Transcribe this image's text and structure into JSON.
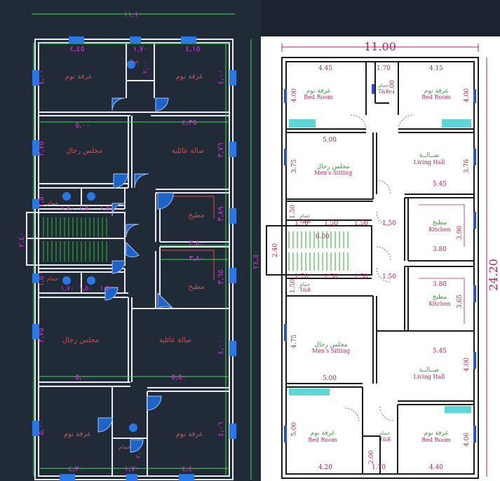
{
  "cad": {
    "total_width": "١١,١٠",
    "total_height": "٢٤,٥٠",
    "stair_width": "٢,٤٠",
    "top_dims": [
      "٤,٤٥",
      "١,٧٠",
      "٤,١٥"
    ],
    "dims_mid": [
      "٥,٠٠",
      "٤,٣٥",
      "٣,٨٠",
      "٣,٨٠"
    ],
    "dims_lower": [
      "٥,٠٠",
      "٥,٥٠"
    ],
    "bottom_dims": [
      "٤,٢٠",
      "١,٧٠",
      "٤,٤٠"
    ],
    "left_dims": [
      "٤,٠٠",
      "٣,٧٥",
      "١,٥٠",
      "١,٥٠",
      "٣,٧٥",
      "٥,٠٠"
    ],
    "right_dims": [
      "٤,٠٠",
      "٣,٧٦",
      "٣,٨٩",
      "٣,٦٥",
      "٤,٠٠",
      "٤,٠٦"
    ],
    "bath_dims": [
      "١,٧٠",
      "١,٥٠",
      "١,٥٠",
      "١,٧٠",
      "١,٥٠",
      "١,٥٠"
    ],
    "small_dims": [
      "٢,٠٠",
      "٢,٠٠"
    ],
    "rooms": {
      "bed": "غرفة نوم",
      "bath": "حمام",
      "mens": "مجلس رجال",
      "hall": "صالة عائلية",
      "kitchen": "مطبخ"
    }
  },
  "paper": {
    "total_width": "11.00",
    "total_height": "24.20",
    "top_dims": [
      "4.45",
      "1.70",
      "4.15"
    ],
    "height_top": [
      "4.00",
      "2.00",
      "4.00"
    ],
    "dims_row2": [
      "5.00",
      "3.75",
      "3.76",
      "5.45"
    ],
    "stair": [
      "2.40",
      "6.00",
      "1.50",
      "1.50",
      "1.70",
      "1.50",
      "1.50",
      "1.70",
      "1.50",
      "1.50",
      "1.50",
      "1.50"
    ],
    "kitchen_dims": [
      "3.90",
      "3.80",
      "3.80",
      "3.65"
    ],
    "lower_dims": [
      "4.75",
      "5.45",
      "4.00",
      "5.00"
    ],
    "bottom_dims": [
      "4.20",
      "1.70",
      "4.40"
    ],
    "bottom_heights": [
      "5.00",
      "2.00",
      "4.06"
    ],
    "rooms": {
      "bed_ar": "غرفة نوم",
      "bed_en": "Bed Room",
      "bath_ar": "حمام",
      "bath_en": "T&B",
      "mens_ar": "مجلس رجال",
      "mens_en": "Men's Sitting",
      "hall_ar": "صــالــة",
      "hall_en": "Living Hall",
      "kitchen_ar": "مطبخ",
      "kitchen_en": "Kitchen"
    }
  },
  "colors": {
    "cad_bg": "#212a37",
    "cad_wall": "#e8ecf2",
    "cad_dim": "#37e04a",
    "cad_text": "#e02ee0",
    "cad_room": "#e04a4a",
    "cad_door": "#2a78e6",
    "paper_wall": "#1a1a1a",
    "paper_dim": "#b0245a",
    "paper_room_ar": "#2ca82c",
    "paper_room_en": "#b0245a"
  }
}
